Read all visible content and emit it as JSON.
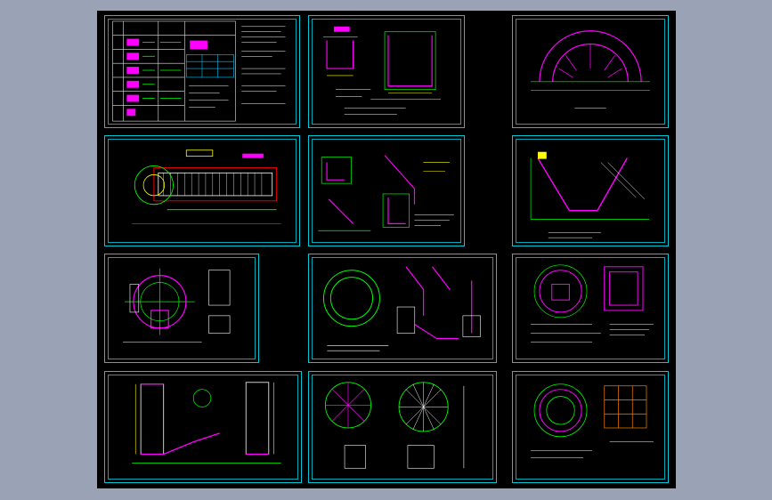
{
  "viewer": {
    "background_color": "#9aa3b5",
    "canvas_color": "#000000",
    "frame_color": "#00c8d8"
  },
  "sheets": [
    {
      "id": "sheet-legend-table"
    },
    {
      "id": "sheet-pit-section"
    },
    {
      "id": "sheet-arc-plan"
    },
    {
      "id": "sheet-site-plan"
    },
    {
      "id": "sheet-detail-sections"
    },
    {
      "id": "sheet-v-section"
    },
    {
      "id": "sheet-circular-plan"
    },
    {
      "id": "sheet-ring-details"
    },
    {
      "id": "sheet-round-pit-plan"
    },
    {
      "id": "sheet-vertical-section"
    },
    {
      "id": "sheet-wheel-plan"
    },
    {
      "id": "sheet-round-plan-grid"
    }
  ]
}
